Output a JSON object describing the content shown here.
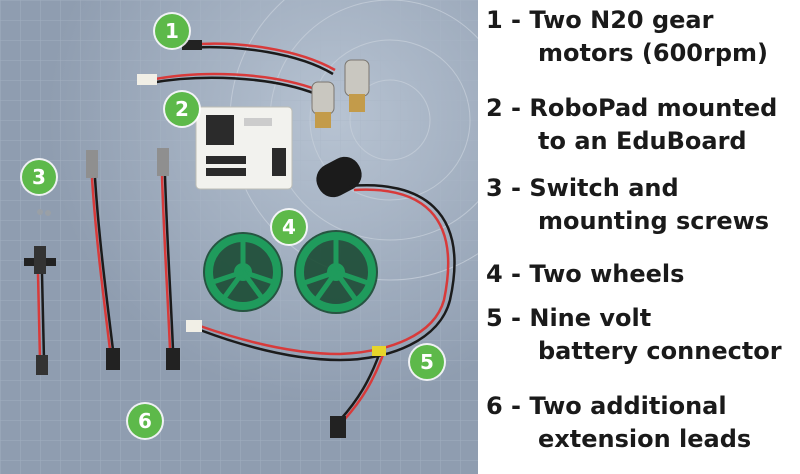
{
  "colors": {
    "mat": "#8f9db0",
    "badge": "#5db94a",
    "wheel": "#1f9b5c",
    "wire_red": "#d83a3a",
    "wire_black": "#1b1b1b"
  },
  "badges": [
    "1",
    "2",
    "3",
    "4",
    "5",
    "6"
  ],
  "legend": [
    {
      "line1": "1 - Two N20 gear",
      "line2": "motors (600rpm)"
    },
    {
      "line1": "2 - RoboPad mounted",
      "line2": "to an EduBoard"
    },
    {
      "line1": "3 - Switch and",
      "line2": "mounting screws"
    },
    {
      "line1": "4 - Two wheels",
      "line2": ""
    },
    {
      "line1": "5 - Nine volt",
      "line2": "battery connector"
    },
    {
      "line1": "6 - Two additional",
      "line2": "extension leads"
    }
  ]
}
